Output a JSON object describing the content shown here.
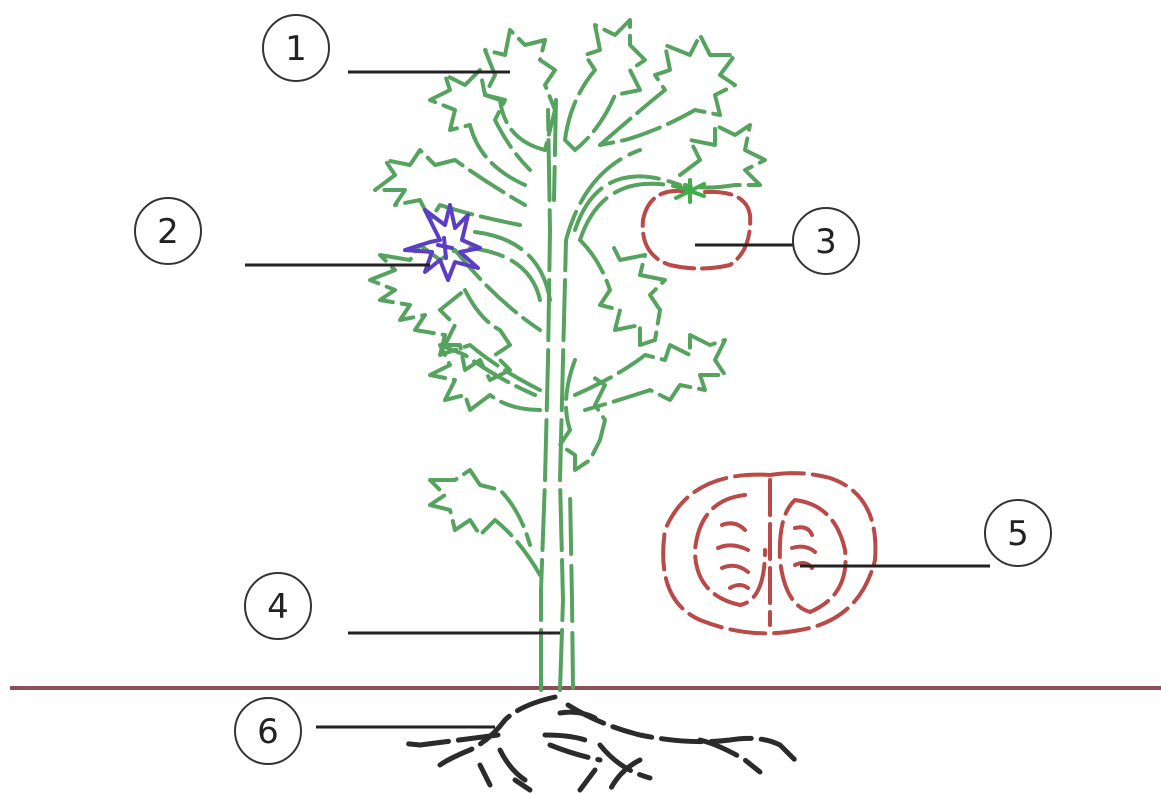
{
  "diagram": {
    "callouts": [
      {
        "id": "leaf",
        "number": "1"
      },
      {
        "id": "flower",
        "number": "2"
      },
      {
        "id": "fruit",
        "number": "3"
      },
      {
        "id": "stem",
        "number": "4"
      },
      {
        "id": "seed",
        "number": "5"
      },
      {
        "id": "root",
        "number": "6"
      }
    ]
  },
  "colors": {
    "stem_green": "#56a35f",
    "flower_purple": "#5b3ec4",
    "fruit_red": "#b94a48",
    "root_black": "#2b2b2b",
    "ground": "#8b4f56",
    "leader": "#222222"
  }
}
